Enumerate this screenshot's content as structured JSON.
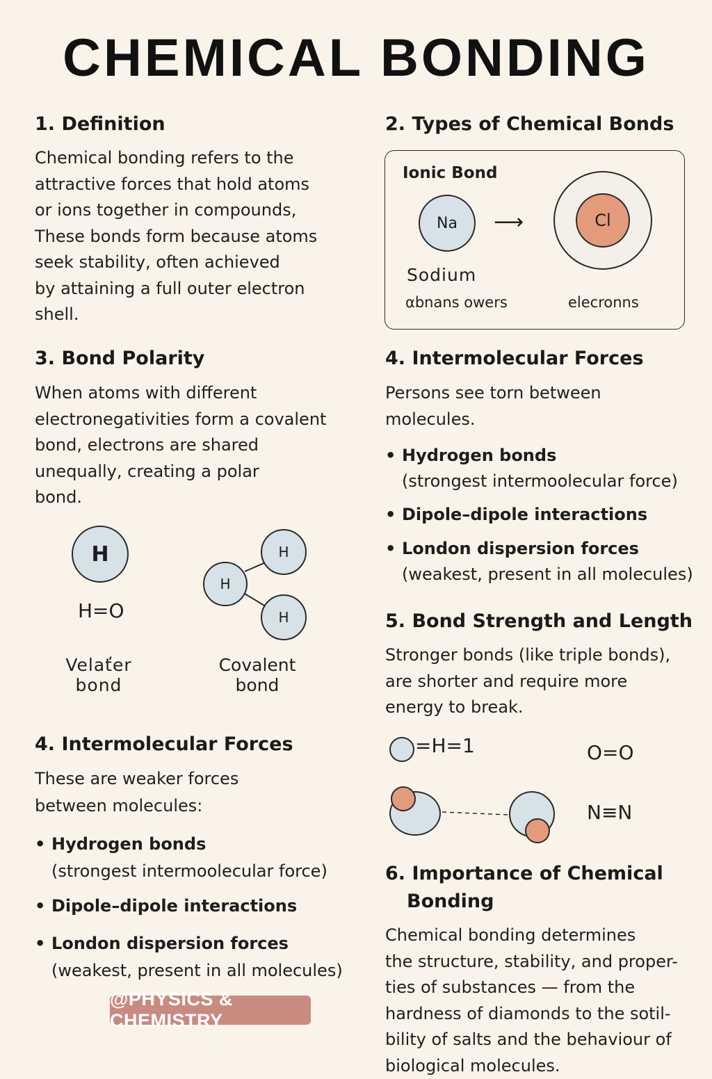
{
  "title": "CHEMICAL BONDING",
  "sections": {
    "definition": {
      "heading": "1. Definition",
      "lines": [
        "Chemical bonding refers to the",
        "attractive forces that hold atoms",
        "or ions together in compounds,",
        "These bonds form because atoms",
        "seek stability, often achieved",
        "by attaining a full outer electron",
        "shell."
      ]
    },
    "types": {
      "heading": "2. Types of Chemical Bonds",
      "box_title": "Ionic Bond",
      "atom_na": "Na",
      "atom_cl": "Cl",
      "arrow": "⟶",
      "label_sodium": "Sodium",
      "label_left_sub": "αbnans owers",
      "label_right_sub": "elecronns"
    },
    "polarity": {
      "heading": "3. Bond Polarity",
      "lines": [
        "When atoms with different",
        "electronegativities form a covalent",
        "bond, electrons are shared",
        "unequally, creating a polar",
        "bond."
      ],
      "atom_h_big": "H",
      "formula": "H=O",
      "left_label_1": "Velaťer",
      "left_label_2": "bond",
      "mol_h1": "H",
      "mol_h2": "H",
      "mol_h3": "H",
      "right_label_1": "Covalent",
      "right_label_2": "bond"
    },
    "intermolecular_right": {
      "heading": "4. Intermolecular Forces",
      "lines": [
        "Persons see torn between",
        "molecules."
      ],
      "bullets": [
        {
          "bold": "Hydrogen bonds",
          "note": "(strongest intermoolecular force)"
        },
        {
          "bold": "Dipole–dipole interactions",
          "note": ""
        },
        {
          "bold": "London dispersion forces",
          "note": "(weakest, present in all molecules)"
        }
      ]
    },
    "strength": {
      "heading": "5. Bond Strength and Length",
      "lines": [
        "Stronger bonds (like triple bonds),",
        "are shorter and require more",
        "energy to break."
      ],
      "formula_1": "=H=1",
      "formula_oo": "O=O",
      "formula_nn": "N≡N"
    },
    "intermolecular_left": {
      "heading": "4. Intermolecular Forces",
      "lines": [
        "These are weaker forces",
        "between molecules:"
      ],
      "bullets": [
        {
          "bold": "Hydrogen bonds",
          "note": "(strongest intermoolecular force)"
        },
        {
          "bold": "Dipole–dipole interactions",
          "note": ""
        },
        {
          "bold": "London dispersion forces",
          "note": "(weakest, present in all molecules)"
        }
      ]
    },
    "importance": {
      "heading_1": "6. Importance of Chemical",
      "heading_2": "Bonding",
      "lines": [
        "Chemical bonding determines",
        "the structure, stability, and proper-",
        "ties of substances — from the",
        "hardness of diamonds to the sotil-",
        "bility of salts and the behaviour of",
        "biological molecules."
      ]
    }
  },
  "watermark": "@PHYSICS & CHEMISTRY",
  "colors": {
    "background": "#faf3e9",
    "atom_fill": "#d7e1e8",
    "atom_red": "#e49b7c",
    "watermark_bg": "#c98a80"
  }
}
